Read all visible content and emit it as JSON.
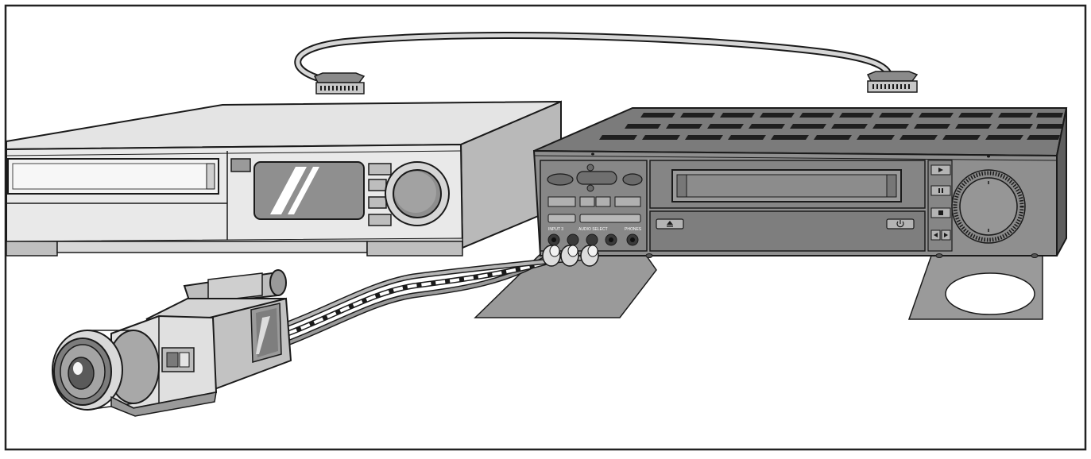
{
  "colors": {
    "frame": "#222222",
    "body_light": "#e6e6e6",
    "body_mid": "#cfcfcf",
    "body_dark": "#8a8a8a",
    "panel": "#8e8e8e",
    "panel_dark": "#6e6e6e",
    "outline": "#1a1a1a",
    "bracket": "#9a9a9a",
    "cable": "#cfcfcf"
  },
  "front_panel": {
    "labels": {
      "input_label": "INPUT 3",
      "audio_select": "AUDIO SELECT",
      "headphones_label": "PHONES"
    }
  },
  "icons": {
    "eject": "eject-icon",
    "power": "power-icon",
    "play": "play-icon",
    "pause": "pause-icon",
    "stop": "stop-icon",
    "rewind": "rewind-icon",
    "forward": "fast-forward-icon"
  }
}
